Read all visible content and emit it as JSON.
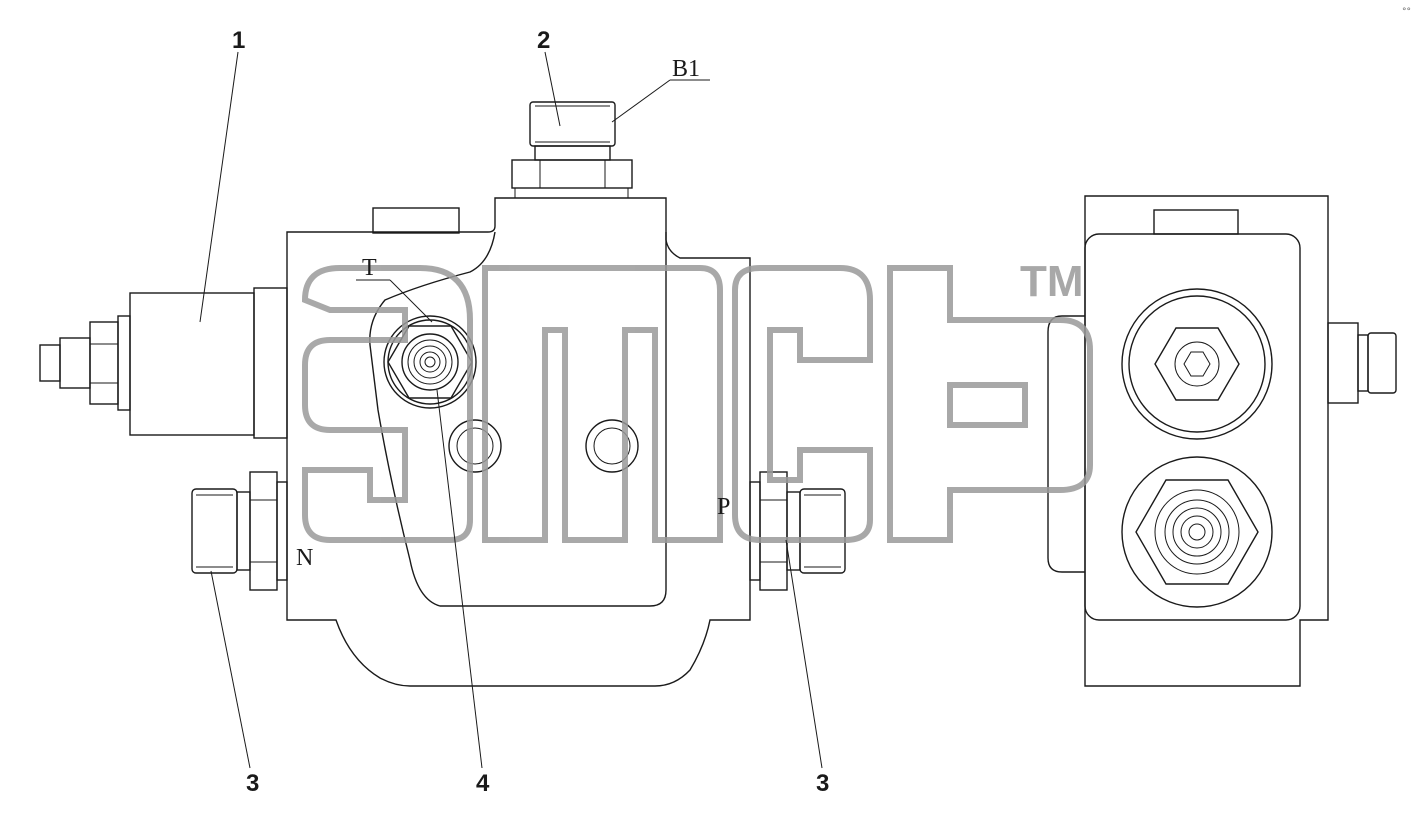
{
  "callouts": {
    "c1": "1",
    "c2": "2",
    "c3_left": "3",
    "c4": "4",
    "c3_right": "3"
  },
  "ports": {
    "b1": "B1",
    "t": "T",
    "n": "N",
    "p": "P"
  },
  "watermark": {
    "text": "TM"
  },
  "corner_mark": "°°",
  "colors": {
    "line": "#1a1a1a",
    "watermark": "#9a9a9a",
    "background": "#ffffff"
  }
}
